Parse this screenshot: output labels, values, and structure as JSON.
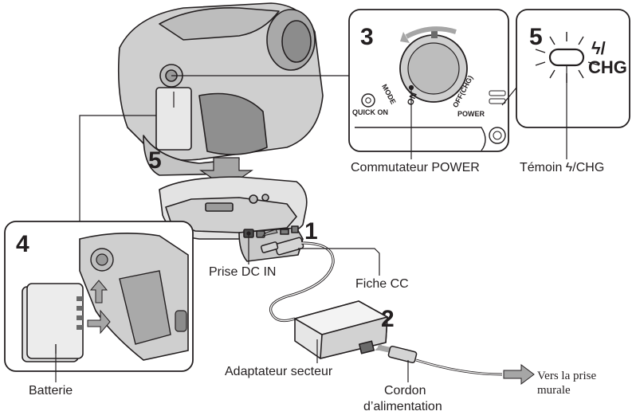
{
  "steps": {
    "s1": "1",
    "s2": "2",
    "s3": "3",
    "s4": "4",
    "s5_dock": "5",
    "s5_lamp": "5"
  },
  "labels": {
    "power_switch": "Commutateur POWER",
    "charge_lamp": "Témoin ϟ/CHG",
    "dc_in_jack": "Prise DC IN",
    "dc_plug": "Fiche CC",
    "ac_adaptor": "Adaptateur secteur",
    "battery": "Batterie",
    "power_cord_line1": "Cordon",
    "power_cord_line2": "d’alimentation",
    "wall_outlet_line1": "Vers la prise",
    "wall_outlet_line2": "murale"
  },
  "dial": {
    "quick_on": "QUICK ON",
    "mode": "MODE",
    "on": "ON",
    "off_chg": "OFF(CHG)",
    "power": "POWER"
  },
  "lamp": {
    "chg_top": "ϟ/",
    "chg_bottom": "CHG"
  }
}
